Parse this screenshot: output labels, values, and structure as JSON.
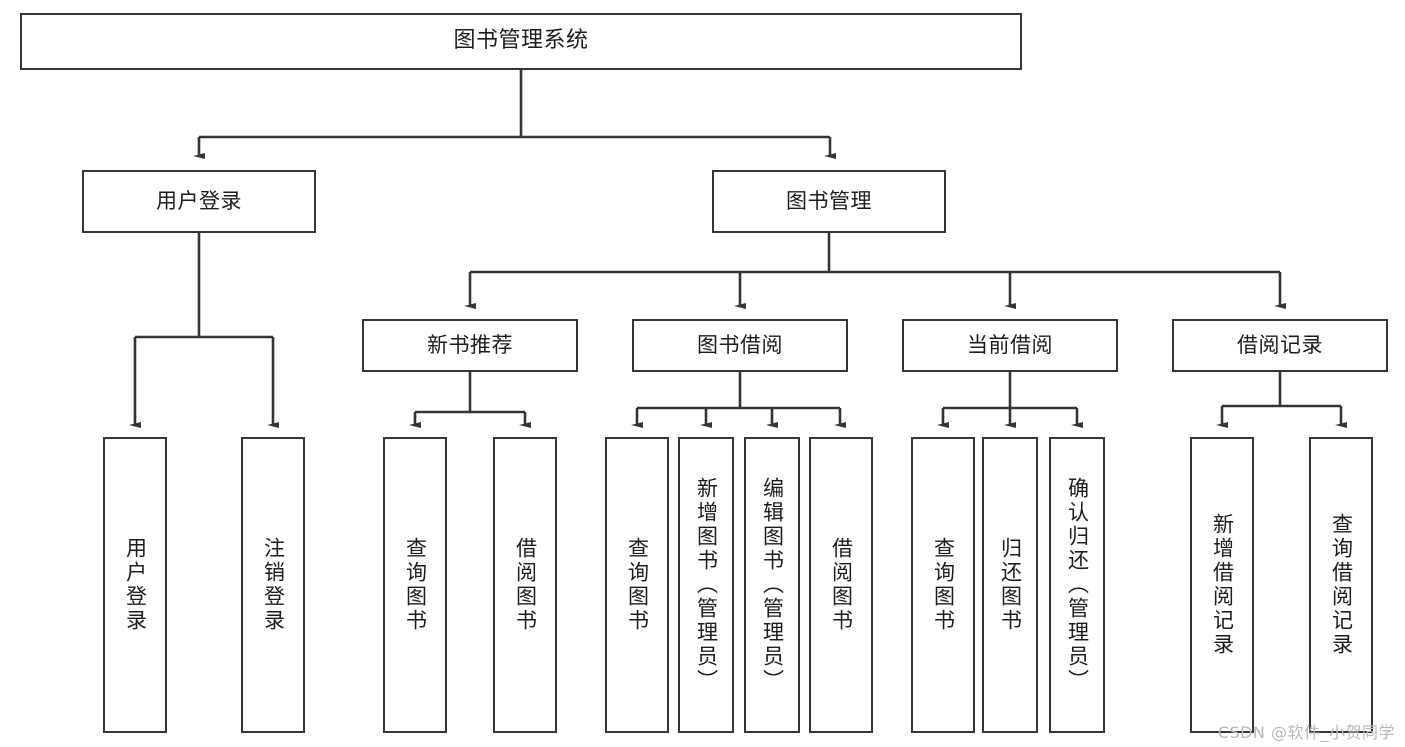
{
  "diagram": {
    "title": "图书管理系统",
    "type": "tree",
    "watermark": "CSDN @软件_小贺同学",
    "colors": {
      "box_border": "#33353a",
      "box_fill": "#ffffff",
      "edge": "#33353a",
      "text": "#1d1d1f",
      "watermark": "#b8b8b8",
      "background": "#ffffff"
    },
    "root": {
      "id": "root",
      "label": "图书管理系统"
    },
    "level1": [
      {
        "id": "user-login",
        "label": "用户登录"
      },
      {
        "id": "book-manage",
        "label": "图书管理"
      }
    ],
    "level2": [
      {
        "id": "new-book-rec",
        "label": "新书推荐",
        "parent": "book-manage"
      },
      {
        "id": "book-borrow",
        "label": "图书借阅",
        "parent": "book-manage"
      },
      {
        "id": "current-borrow",
        "label": "当前借阅",
        "parent": "book-manage"
      },
      {
        "id": "borrow-record",
        "label": "借阅记录",
        "parent": "book-manage"
      }
    ],
    "leaves": [
      {
        "id": "leaf-user-login",
        "label": "用户登录",
        "parent": "user-login"
      },
      {
        "id": "leaf-logout",
        "label": "注销登录",
        "parent": "user-login"
      },
      {
        "id": "leaf-query-book-1",
        "label": "查询图书",
        "parent": "new-book-rec"
      },
      {
        "id": "leaf-borrow-book-1",
        "label": "借阅图书",
        "parent": "new-book-rec"
      },
      {
        "id": "leaf-query-book-2",
        "label": "查询图书",
        "parent": "book-borrow"
      },
      {
        "id": "leaf-add-book",
        "label": "新增图书（管理员）",
        "parent": "book-borrow"
      },
      {
        "id": "leaf-edit-book",
        "label": "编辑图书（管理员）",
        "parent": "book-borrow"
      },
      {
        "id": "leaf-borrow-book-2",
        "label": "借阅图书",
        "parent": "book-borrow"
      },
      {
        "id": "leaf-query-book-3",
        "label": "查询图书",
        "parent": "current-borrow"
      },
      {
        "id": "leaf-return-book",
        "label": "归还图书",
        "parent": "current-borrow"
      },
      {
        "id": "leaf-confirm-return",
        "label": "确认归还（管理员）",
        "parent": "current-borrow"
      },
      {
        "id": "leaf-add-record",
        "label": "新增借阅记录",
        "parent": "borrow-record"
      },
      {
        "id": "leaf-query-record",
        "label": "查询借阅记录",
        "parent": "borrow-record"
      }
    ]
  }
}
